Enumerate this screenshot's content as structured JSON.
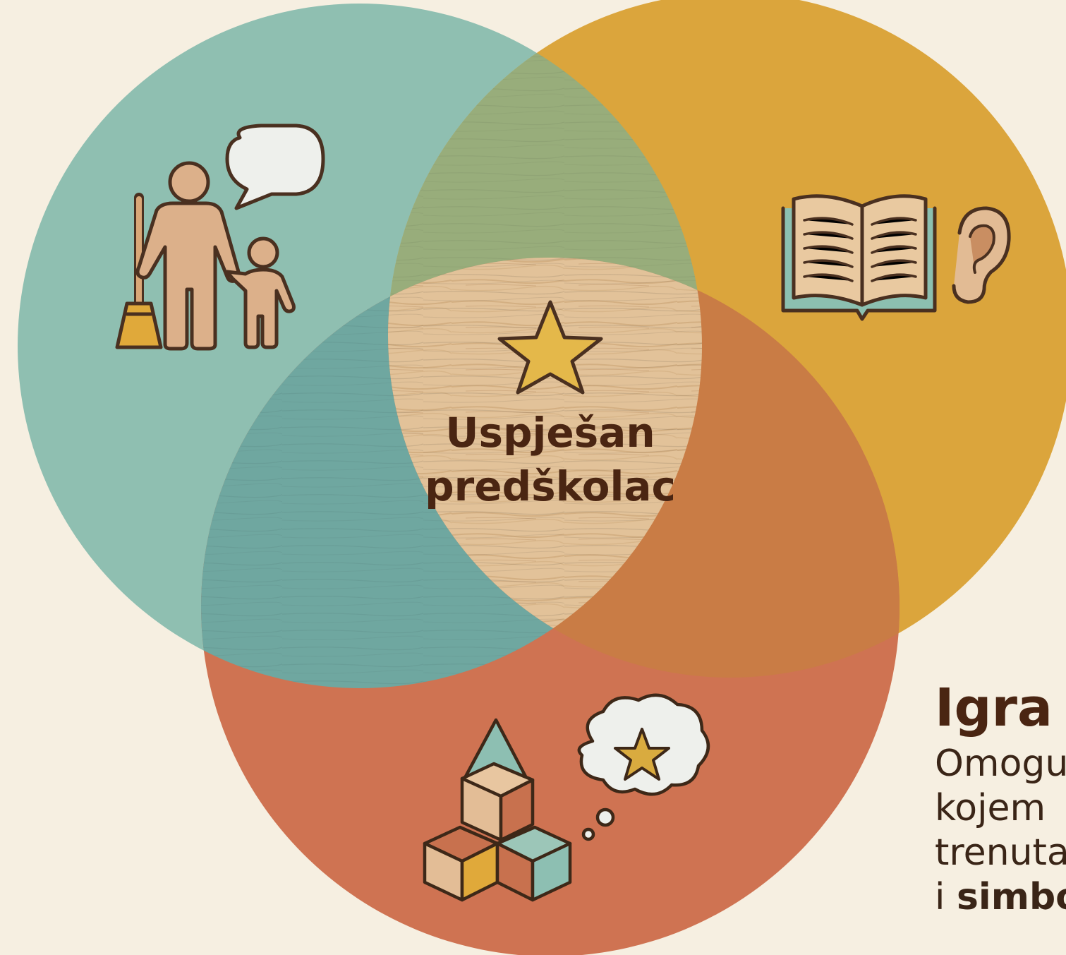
{
  "center": {
    "line1": "Uspješan",
    "line2": "predškolac"
  },
  "side_panel": {
    "title": "Igra",
    "lines": [
      "Omogu",
      "kojem",
      "trenuta"
    ],
    "last_line_prefix": "i ",
    "last_line_bold": "simbo"
  },
  "colors": {
    "background": "#f6efe1",
    "circle_left": "#8fbfb1",
    "circle_right": "#dba53c",
    "circle_bottom": "#cf7352",
    "overlap_top": "#98ad7b",
    "overlap_left": "#6fa7a0",
    "overlap_right": "#c97c45",
    "center_wood": "#e3c39b",
    "text_dark": "#4a2512",
    "star": "#e4b84a"
  },
  "icons": {
    "left": [
      "adult-with-broom-icon",
      "child-icon",
      "speech-bubble-icon"
    ],
    "right": [
      "open-book-icon",
      "ear-icon"
    ],
    "bottom": [
      "building-blocks-icon",
      "thought-cloud-star-icon"
    ],
    "center": "star-icon"
  }
}
